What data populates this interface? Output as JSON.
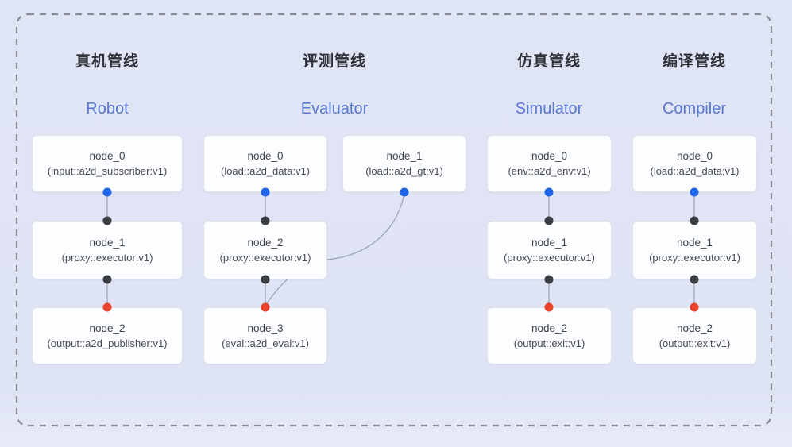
{
  "pipelines": [
    {
      "title_zh": "真机管线",
      "title_en": "Robot",
      "nodes": [
        {
          "name": "node_0",
          "type": "(input::a2d_subscriber:v1)"
        },
        {
          "name": "node_1",
          "type": "(proxy::executor:v1)"
        },
        {
          "name": "node_2",
          "type": "(output::a2d_publisher:v1)"
        }
      ]
    },
    {
      "title_zh": "评测管线",
      "title_en": "Evaluator",
      "nodes": [
        {
          "name": "node_0",
          "type": "(load::a2d_data:v1)"
        },
        {
          "name": "node_1",
          "type": "(load::a2d_gt:v1)"
        },
        {
          "name": "node_2",
          "type": "(proxy::executor:v1)"
        },
        {
          "name": "node_3",
          "type": "(eval::a2d_eval:v1)"
        }
      ]
    },
    {
      "title_zh": "仿真管线",
      "title_en": "Simulator",
      "nodes": [
        {
          "name": "node_0",
          "type": "(env::a2d_env:v1)"
        },
        {
          "name": "node_1",
          "type": "(proxy::executor:v1)"
        },
        {
          "name": "node_2",
          "type": "(output::exit:v1)"
        }
      ]
    },
    {
      "title_zh": "编译管线",
      "title_en": "Compiler",
      "nodes": [
        {
          "name": "node_0",
          "type": "(load::a2d_data:v1)"
        },
        {
          "name": "node_1",
          "type": "(proxy::executor:v1)"
        },
        {
          "name": "node_2",
          "type": "(output::exit:v1)"
        }
      ]
    }
  ],
  "colors": {
    "background": "#dfe4f5",
    "node_fill": "#fcfdff",
    "node_border": "#e1e4ea",
    "title_zh": "#2e3238",
    "title_en": "#5878d2",
    "node_text": "#3f444c",
    "wire": "#9aa2b2",
    "dashed_border": "#878c95",
    "dot_blue": "#2065e8",
    "dot_dark": "#3a3d42",
    "dot_red": "#e8432c"
  }
}
